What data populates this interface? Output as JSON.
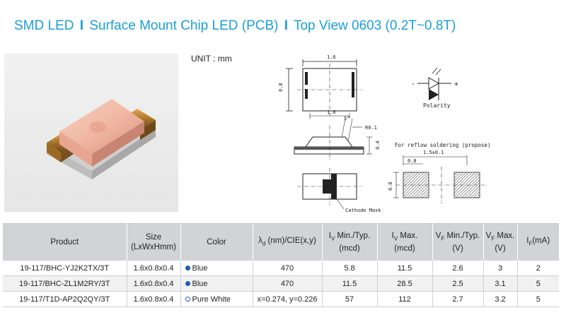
{
  "title": {
    "part1": "SMD LED",
    "part2": "Surface Mount Chip LED (PCB)",
    "part3": "Top View 0603 (0.2T~0.8T)",
    "separator": "I"
  },
  "unit_label": "UNIT : mm",
  "drawing": {
    "top_width": "1.6",
    "top_height": "0.8",
    "top_inner": "1.0",
    "side_radius": "R0.1",
    "side_angle": "5°",
    "side_height": "0.4",
    "bottom_height": "0.8",
    "cathode_label": "Cathode Mask",
    "polarity_label": "Polarity",
    "polarity_plus": "+",
    "polarity_minus": "-",
    "reflow_title": "For reflow soldering (propose)",
    "reflow_pitch": "1.5±0.1",
    "reflow_pad": "0.8",
    "reflow_height": "0.8"
  },
  "table": {
    "headers": {
      "product": "Product",
      "size_line1": "Size",
      "size_line2": "(LxWxHmm)",
      "color": "Color",
      "ld_sym": "λ",
      "ld_sub": "d",
      "ld_rest": " (nm)/CIE(x,y)",
      "iv_sym": "I",
      "iv_sub": "V",
      "iv_minTyp": " Min./Typ.",
      "iv_unit": "(mcd)",
      "iv_max": " Max.",
      "vf_sym": "V",
      "vf_sub": "F",
      "vf_minTyp": " Min./Typ.",
      "vf_unit": "(V)",
      "vf_max": " Max.",
      "if_sym": "I",
      "if_sub": "F",
      "if_unit": "(mA)"
    },
    "rows": [
      {
        "product": "19-117/BHC-YJ2K2TX/3T",
        "size": "1.6x0.8x0.4",
        "color": "Blue",
        "dot": "filled",
        "ld": "470",
        "iv": "5.8",
        "iv_max": "11.5",
        "vf": "2.6",
        "vf_max": "3",
        "if": "2"
      },
      {
        "product": "19-117/BHC-ZL1M2RY/3T",
        "size": "1.6x0.8x0.4",
        "color": "Blue",
        "dot": "filled",
        "ld": "470",
        "iv": "11.5",
        "iv_max": "28.5",
        "vf": "2.5",
        "vf_max": "3.1",
        "if": "5"
      },
      {
        "product": "19-117/T1D-AP2Q2QY/3T",
        "size": "1.6x0.8x0.4",
        "color": "Pure White",
        "dot": "hollow",
        "ld": "x=0.274, y=0.226",
        "iv": "57",
        "iv_max": "112",
        "vf": "2.7",
        "vf_max": "3.2",
        "if": "5"
      }
    ]
  }
}
